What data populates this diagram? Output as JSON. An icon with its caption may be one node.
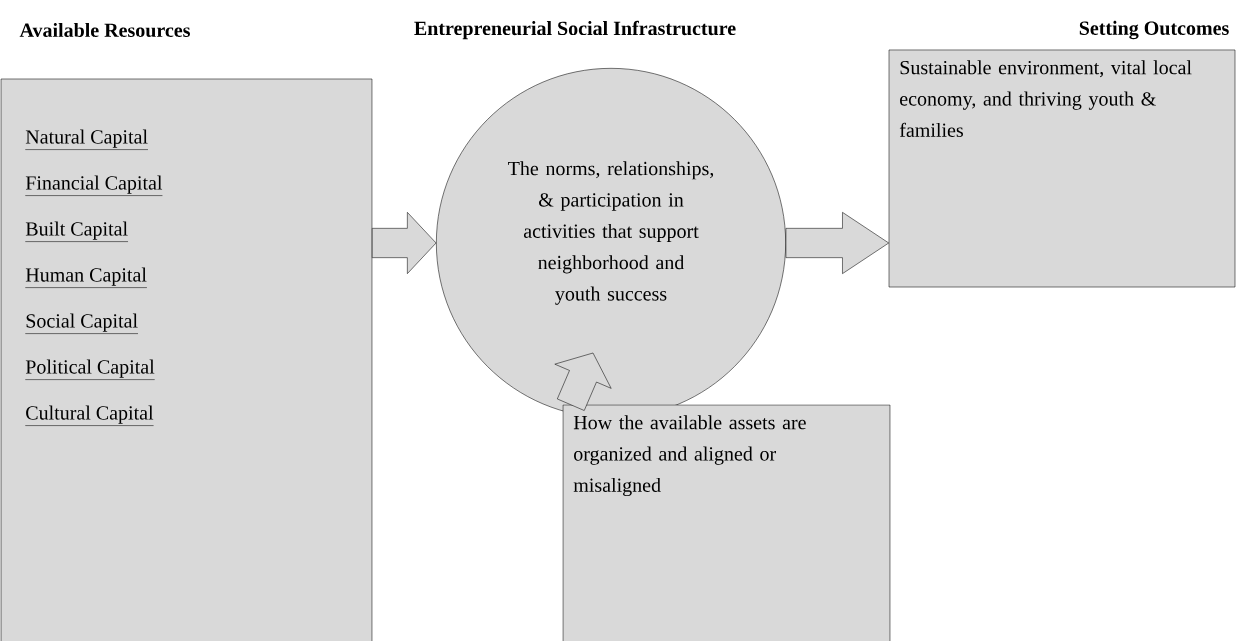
{
  "diagram": {
    "nodes": [
      {
        "text": [
          "Available Resources",
          "Natural Capital",
          "Financial Capital",
          "Built Capital",
          "Human Capital",
          "Social Capital",
          "Political Capital",
          "Cultural Capital"
        ]
      },
      {
        "text": [
          "Entrepreneurial Social Infrastructure",
          "The norms, relationships, & participation in activities that support neighborhood and youth success"
        ]
      },
      {
        "text": [
          "Setting Outcomes",
          "Sustainable environment, vital local economy, and thriving youth & families"
        ]
      },
      {
        "text": [
          "How the available assets are organized and aligned or misaligned"
        ]
      }
    ],
    "edges": [
      {
        "from": 0,
        "to": 1,
        "arrow": "to"
      },
      {
        "from": 1,
        "to": 2,
        "arrow": "to"
      },
      {
        "from": 3,
        "to": 1,
        "arrow": "to"
      }
    ]
  }
}
